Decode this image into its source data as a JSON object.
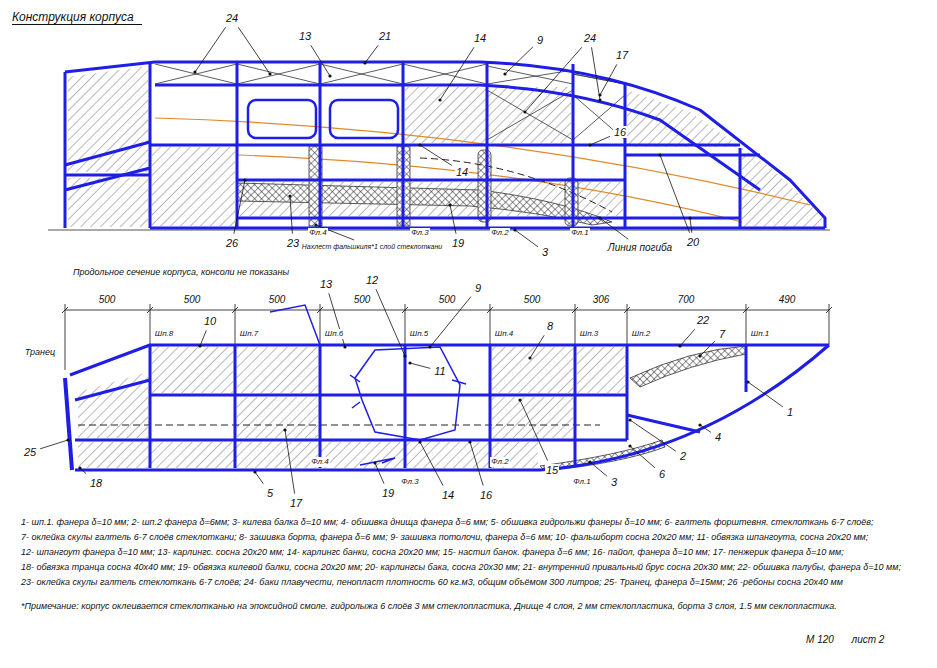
{
  "diagram": {
    "title": "Конструкция корпуса",
    "labels": [
      "24",
      "13",
      "21",
      "14",
      "9",
      "24",
      "17",
      "14",
      "16",
      "20",
      "26",
      "23",
      "Фл.4",
      "Нахлест фальшкиля*1 слой стеклоткани",
      "Фл.3",
      "19",
      "Фл.2",
      "3",
      "Фл.1",
      "Линия погиба",
      "Продольное сечение корпуса, консоли не показаны",
      "500",
      "500",
      "500",
      "500",
      "500",
      "500",
      "306",
      "700",
      "490",
      "Шп.8",
      "Шп.7",
      "Шп.6",
      "Шп.5",
      "Шп.4",
      "Шп.3",
      "Шп.2",
      "Шп.1",
      "12",
      "13",
      "9",
      "10",
      "8",
      "22",
      "7",
      "11",
      "Транец",
      "1",
      "25",
      "18",
      "5",
      "17",
      "Фл.4",
      "19",
      "Фл.3",
      "14",
      "16",
      "Фл.2",
      "15",
      "Фл.1",
      "3",
      "6",
      "2",
      "4",
      "1- шп.1. фанера δ=10 мм; 2- шп.2 фанера δ=6мм; 3- килева балка δ=10 мм; 4- обшивка днища фанера δ=6 мм; 5- обшивка гидрольжи фанеры δ=10 мм; 6- галтель форштевня. стеклоткань 6-7 слоёв;",
      "7- оклейка скулы галтель 6-7 слоёв стеклоткани; 8- зашивка борта, фанера δ=6 мм; 9- зашивка потолочи, фанера δ=6 мм; 10- фальшборт сосна 20х20 мм; 11- обвязка шпангоута, сосна 20х20 мм;",
      "12- шпангоут фанера δ=10 мм; 13- карлингс. сосна 20х20 мм; 14- карлингс банки, сосна 20х20 мм; 15- настил банок. фанера δ=6 мм; 16- пайол, фанера δ=10 мм; 17- пенжерик фанера δ=10 мм;",
      "18- обвязка транца сосна 40х40 мм; 19- обвязка килевой балки, сосна 20х20 мм; 20- карлингсы бака, сосна 20х30 мм; 21- внутренний привальный брус сосна 20х30 мм; 22- обшивка палубы, фанера δ=10 мм;",
      "23- оклейка скулы галтель стеклоткань 6-7 слоёв; 24- баки плавучести, пенопласт плотность 60 кг.м3, общим объёмом 300 литров; 25- Транец, фанера δ=15мм; 26 -рёбоны сосна 20х40 мм",
      "*Примечание: корпус оклеивается стеклотканью на эпоксидной смоле. гидролыжа 6 слоёв 3 мм стеклопластика, Днище 4 слоя, 2 мм стеклопластика, борта 3 слоя, 1.5 мм секлопластика.",
      "М 120",
      "лист 2"
    ]
  }
}
